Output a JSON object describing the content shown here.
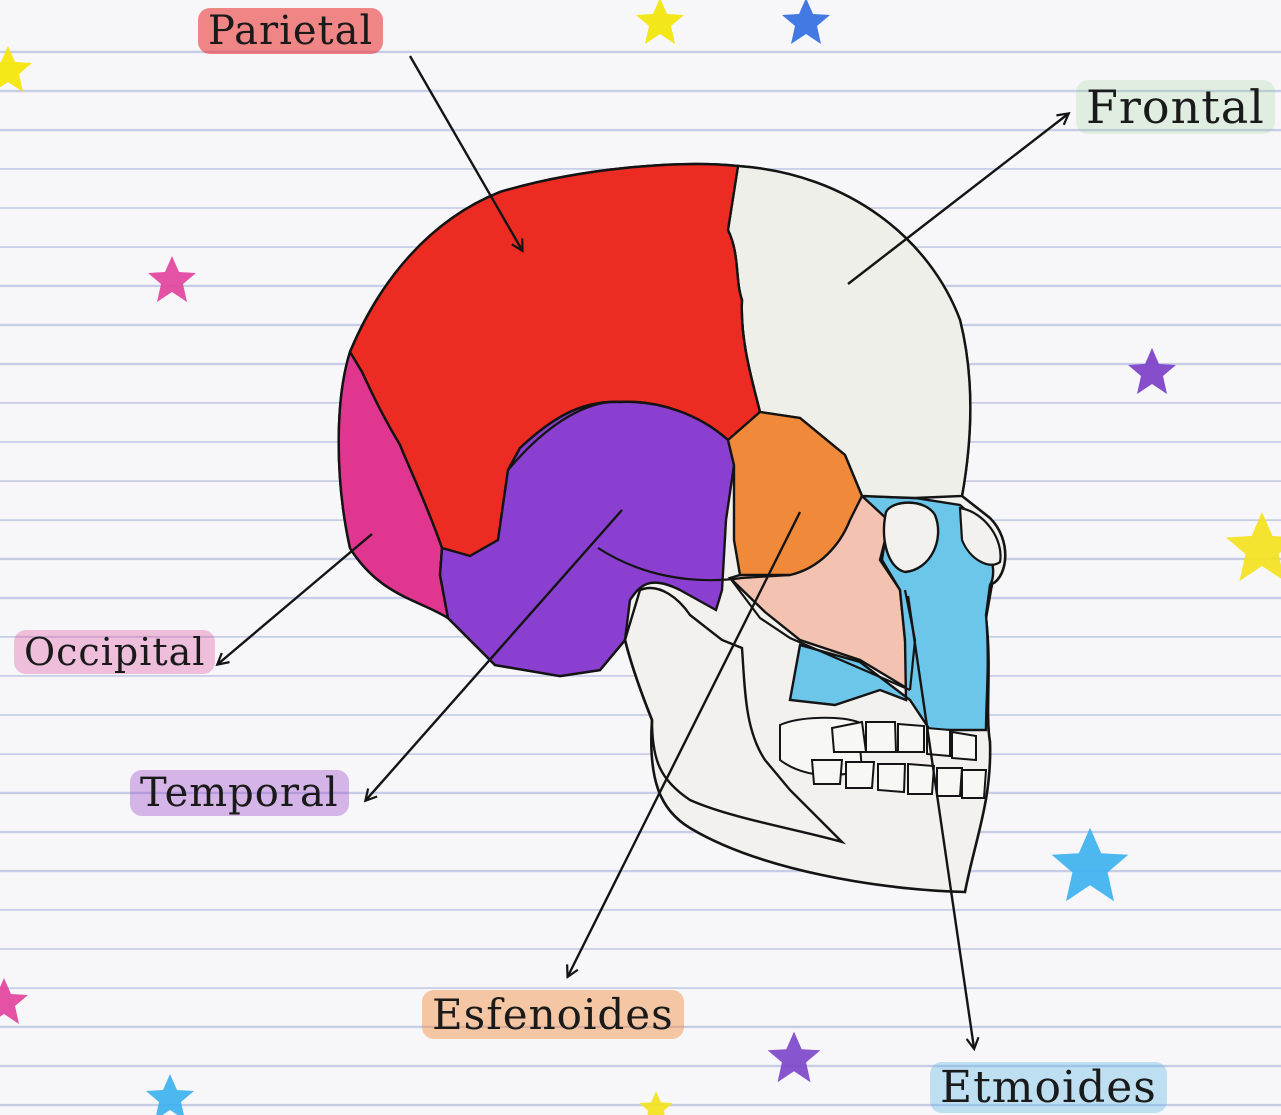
{
  "labels": {
    "parietal": "Parietal",
    "frontal": "Frontal",
    "occipital": "Occipital",
    "temporal": "Temporal",
    "esfenoides": "Esfenoides",
    "etmoides": "Etmoides"
  },
  "colors": {
    "parietal": "#ec2b22",
    "frontal": "#efefe9",
    "occipital": "#e0368f",
    "temporal": "#8a3fd0",
    "esfenoides": "#f08a3a",
    "etmoides": "#6cc6ea",
    "maxilla": "#f3c2b0",
    "outline": "#141414"
  },
  "stars": [
    {
      "color": "#f5e600"
    },
    {
      "color": "#2e6be0"
    },
    {
      "color": "#f2e400"
    },
    {
      "color": "#e0409a"
    },
    {
      "color": "#7a3cc6"
    },
    {
      "color": "#f3e21a"
    },
    {
      "color": "#3ab0ee"
    },
    {
      "color": "#7a44c8"
    },
    {
      "color": "#e0409a"
    },
    {
      "color": "#3ab0ee"
    },
    {
      "color": "#f3e21a"
    }
  ]
}
